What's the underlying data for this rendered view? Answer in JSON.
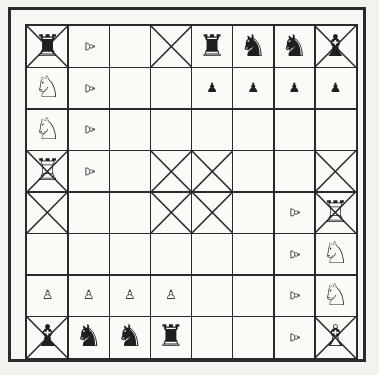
{
  "board": {
    "size": 8,
    "blocked": [
      [
        0,
        0
      ],
      [
        0,
        3
      ],
      [
        0,
        7
      ],
      [
        3,
        0
      ],
      [
        3,
        3
      ],
      [
        3,
        4
      ],
      [
        3,
        7
      ],
      [
        4,
        0
      ],
      [
        4,
        3
      ],
      [
        4,
        4
      ],
      [
        4,
        7
      ],
      [
        7,
        0
      ],
      [
        7,
        7
      ]
    ],
    "pieces": [
      {
        "r": 0,
        "c": 0,
        "g": "♜",
        "kind": "rook",
        "size": "big"
      },
      {
        "r": 0,
        "c": 1,
        "g": "♙",
        "kind": "pawn",
        "size": "pawn",
        "rot": true
      },
      {
        "r": 0,
        "c": 4,
        "g": "♜",
        "kind": "rook",
        "size": "big"
      },
      {
        "r": 0,
        "c": 5,
        "g": "♞",
        "kind": "knight",
        "size": "big"
      },
      {
        "r": 0,
        "c": 6,
        "g": "♞",
        "kind": "knight",
        "size": "big"
      },
      {
        "r": 0,
        "c": 7,
        "g": "♝",
        "kind": "bishop",
        "size": "big"
      },
      {
        "r": 1,
        "c": 0,
        "g": "♘",
        "kind": "knight",
        "size": "big"
      },
      {
        "r": 1,
        "c": 1,
        "g": "♙",
        "kind": "pawn",
        "size": "pawn",
        "rot": true
      },
      {
        "r": 1,
        "c": 4,
        "g": "♟",
        "kind": "pawn",
        "size": "pawn"
      },
      {
        "r": 1,
        "c": 5,
        "g": "♟",
        "kind": "pawn",
        "size": "pawn"
      },
      {
        "r": 1,
        "c": 6,
        "g": "♟",
        "kind": "pawn",
        "size": "pawn"
      },
      {
        "r": 1,
        "c": 7,
        "g": "♟",
        "kind": "pawn",
        "size": "pawn"
      },
      {
        "r": 2,
        "c": 0,
        "g": "♘",
        "kind": "knight",
        "size": "big"
      },
      {
        "r": 2,
        "c": 1,
        "g": "♙",
        "kind": "pawn",
        "size": "pawn",
        "rot": true
      },
      {
        "r": 3,
        "c": 0,
        "g": "♖",
        "kind": "rook",
        "size": "big"
      },
      {
        "r": 3,
        "c": 1,
        "g": "♙",
        "kind": "pawn",
        "size": "pawn",
        "rot": true
      },
      {
        "r": 4,
        "c": 6,
        "g": "♙",
        "kind": "pawn",
        "size": "pawn",
        "rot": true
      },
      {
        "r": 4,
        "c": 7,
        "g": "♖",
        "kind": "rook",
        "size": "big"
      },
      {
        "r": 5,
        "c": 6,
        "g": "♙",
        "kind": "pawn",
        "size": "pawn",
        "rot": true
      },
      {
        "r": 5,
        "c": 7,
        "g": "♘",
        "kind": "knight",
        "size": "big"
      },
      {
        "r": 6,
        "c": 0,
        "g": "♙",
        "kind": "pawn",
        "size": "pawn"
      },
      {
        "r": 6,
        "c": 1,
        "g": "♙",
        "kind": "pawn",
        "size": "pawn"
      },
      {
        "r": 6,
        "c": 2,
        "g": "♙",
        "kind": "pawn",
        "size": "pawn"
      },
      {
        "r": 6,
        "c": 3,
        "g": "♙",
        "kind": "pawn",
        "size": "pawn"
      },
      {
        "r": 6,
        "c": 6,
        "g": "♙",
        "kind": "pawn",
        "size": "pawn",
        "rot": true
      },
      {
        "r": 6,
        "c": 7,
        "g": "♘",
        "kind": "knight",
        "size": "big"
      },
      {
        "r": 7,
        "c": 0,
        "g": "♝",
        "kind": "bishop",
        "size": "big"
      },
      {
        "r": 7,
        "c": 1,
        "g": "♞",
        "kind": "knight",
        "size": "big"
      },
      {
        "r": 7,
        "c": 2,
        "g": "♞",
        "kind": "knight",
        "size": "big"
      },
      {
        "r": 7,
        "c": 3,
        "g": "♜",
        "kind": "rook",
        "size": "big"
      },
      {
        "r": 7,
        "c": 6,
        "g": "♙",
        "kind": "pawn",
        "size": "pawn",
        "rot": true
      },
      {
        "r": 7,
        "c": 7,
        "g": "♗",
        "kind": "bishop",
        "size": "big"
      }
    ]
  }
}
